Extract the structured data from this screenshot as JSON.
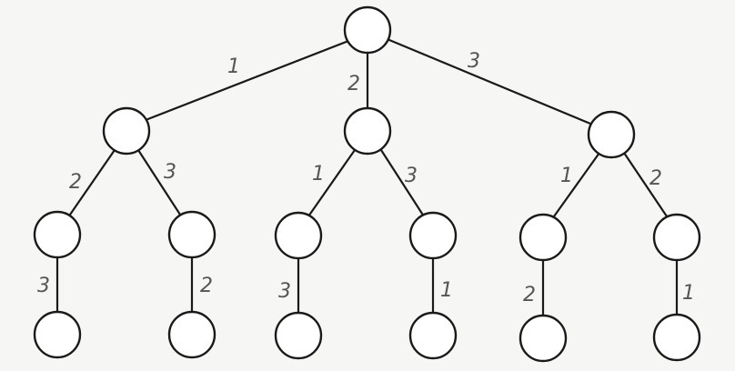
{
  "tree": {
    "root": {
      "children": [
        {
          "edge_label": "1",
          "children": [
            {
              "edge_label": "2",
              "children": [
                {
                  "edge_label": "3"
                }
              ]
            },
            {
              "edge_label": "3",
              "children": [
                {
                  "edge_label": "2"
                }
              ]
            }
          ]
        },
        {
          "edge_label": "2",
          "children": [
            {
              "edge_label": "1",
              "children": [
                {
                  "edge_label": "3"
                }
              ]
            },
            {
              "edge_label": "3",
              "children": [
                {
                  "edge_label": "1"
                }
              ]
            }
          ]
        },
        {
          "edge_label": "3",
          "children": [
            {
              "edge_label": "1",
              "children": [
                {
                  "edge_label": "2"
                }
              ]
            },
            {
              "edge_label": "2",
              "children": [
                {
                  "edge_label": "1"
                }
              ]
            }
          ]
        }
      ]
    }
  },
  "colors": {
    "background": "#f6f6f4",
    "stroke": "#1a1a1a",
    "label": "#555555"
  }
}
